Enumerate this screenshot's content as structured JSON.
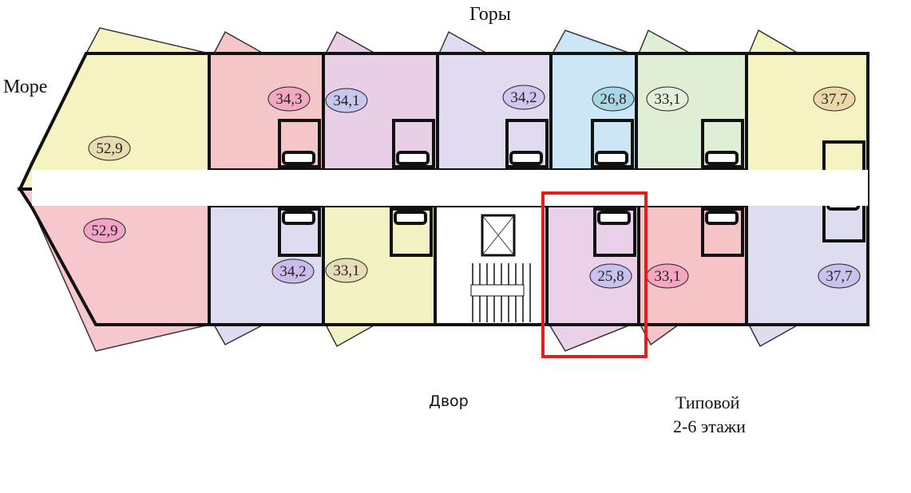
{
  "directions": {
    "sea": "Море",
    "mountains": "Горы",
    "yard": "Двор"
  },
  "floor_caption": {
    "type": "Типовой",
    "floors": "2-6 этажи"
  },
  "colors": {
    "highlight": "#e21d1d",
    "wall": "#111111"
  },
  "apartments": [
    {
      "id": "t1",
      "area": "52,9",
      "fill": "#f6f3c2",
      "badge": "#e7ddb0"
    },
    {
      "id": "t2",
      "area": "34,3",
      "fill": "#f4c6c8",
      "badge": "#f3a9c2"
    },
    {
      "id": "t3",
      "area": "34,1",
      "fill": "#e8cfe6",
      "badge": "#c8c6ec"
    },
    {
      "id": "t4",
      "area": "34,2",
      "fill": "#e2dbef",
      "badge": "#d2c6ee"
    },
    {
      "id": "t5",
      "area": "26,8",
      "fill": "#cde6f5",
      "badge": "#a8d6e6"
    },
    {
      "id": "t6",
      "area": "33,1",
      "fill": "#deefd6",
      "badge": "#e2efda"
    },
    {
      "id": "t7",
      "area": "37,7",
      "fill": "#f6f3c2",
      "badge": "#ead8a8"
    },
    {
      "id": "b1",
      "area": "52,9",
      "fill": "#f6c8cb",
      "badge": "#f2a3c6"
    },
    {
      "id": "b2",
      "area": "34,2",
      "fill": "#dedcef",
      "badge": "#cbbcec"
    },
    {
      "id": "b3",
      "area": "33,1",
      "fill": "#f3f2c3",
      "badge": "#e6dcb5"
    },
    {
      "id": "b4",
      "area": "25,8",
      "fill": "#ead0e8",
      "badge": "#c9c2ec",
      "highlighted": true
    },
    {
      "id": "b5",
      "area": "33,1",
      "fill": "#f6c4c6",
      "badge": "#f3a7c0"
    },
    {
      "id": "b6",
      "area": "37,7",
      "fill": "#dedcef",
      "badge": "#c9c2ee"
    }
  ]
}
